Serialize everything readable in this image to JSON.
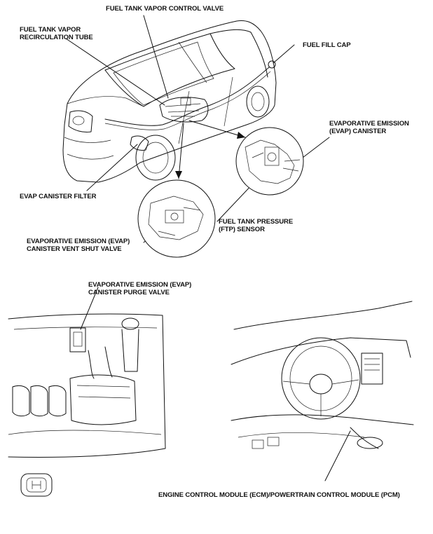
{
  "labels": {
    "vapor_control_valve": "FUEL TANK VAPOR CONTROL VALVE",
    "recirc_tube_l1": "FUEL TANK VAPOR",
    "recirc_tube_l2": "RECIRCULATION TUBE",
    "fuel_fill_cap": "FUEL FILL CAP",
    "evap_canister_l1": "EVAPORATIVE EMISSION",
    "evap_canister_l2": "(EVAP) CANISTER",
    "canister_filter": "EVAP CANISTER FILTER",
    "ftp_sensor_l1": "FUEL TANK PRESSURE",
    "ftp_sensor_l2": "(FTP) SENSOR",
    "vent_valve_l1": "EVAPORATIVE EMISSION (EVAP)",
    "vent_valve_l2": "CANISTER VENT SHUT VALVE",
    "purge_valve_l1": "EVAPORATIVE EMISSION (EVAP)",
    "purge_valve_l2": "CANISTER PURGE VALVE",
    "ecm_pcm": "ENGINE CONTROL MODULE (ECM)/POWERTRAIN CONTROL MODULE (PCM)"
  }
}
